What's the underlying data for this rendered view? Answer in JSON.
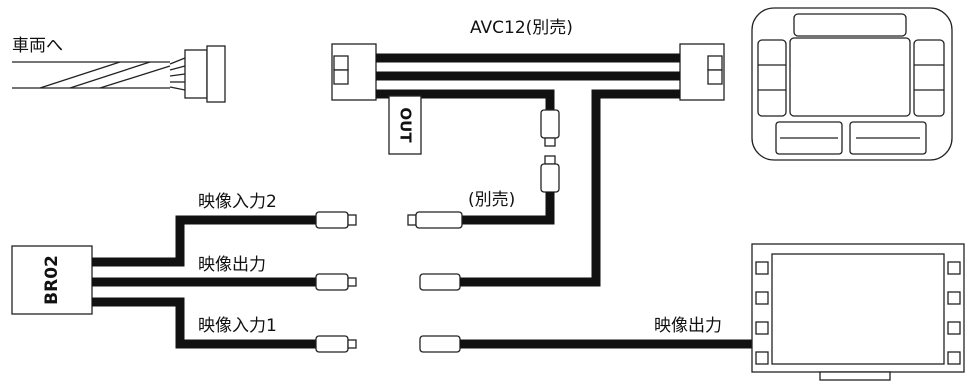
{
  "labels": {
    "to_vehicle": "車両へ",
    "avc12": "AVC12(別売)",
    "out": "OUT",
    "sold_separately": "(別売)",
    "video_input_2": "映像入力2",
    "video_output": "映像出力",
    "video_input_1": "映像入力1",
    "br02": "BR02",
    "monitor_video_output": "映像出力"
  },
  "colors": {
    "cable": "#111111",
    "outline": "#222222",
    "fill": "#ffffff",
    "panel": "#f2f2f2"
  }
}
